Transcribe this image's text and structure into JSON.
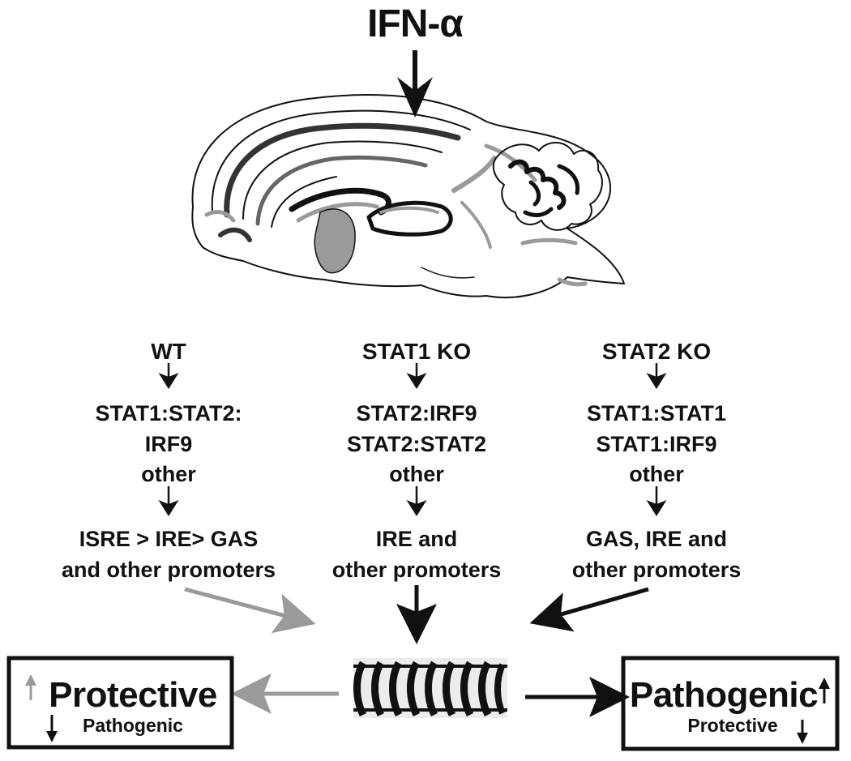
{
  "title": "IFN-α",
  "columns": [
    {
      "genotype": "WT",
      "complexes": [
        "STAT1:STAT2:",
        "IRF9",
        "other"
      ],
      "promoters": [
        "ISRE > IRE> GAS",
        "and other promoters"
      ]
    },
    {
      "genotype": "STAT1 KO",
      "complexes": [
        "STAT2:IRF9",
        "STAT2:STAT2",
        "other"
      ],
      "promoters": [
        "IRE and",
        "other promoters"
      ]
    },
    {
      "genotype": "STAT2 KO",
      "complexes": [
        "STAT1:STAT1",
        "STAT1:IRF9",
        "other"
      ],
      "promoters": [
        "GAS, IRE and",
        "other promoters"
      ]
    }
  ],
  "outcomes": {
    "left": {
      "main": "Protective",
      "sub": "Pathogenic"
    },
    "right": {
      "main": "Pathogenic",
      "sub": "Protective"
    }
  },
  "colors": {
    "black": "#111111",
    "gray": "#9a9a9a",
    "white": "#ffffff"
  }
}
